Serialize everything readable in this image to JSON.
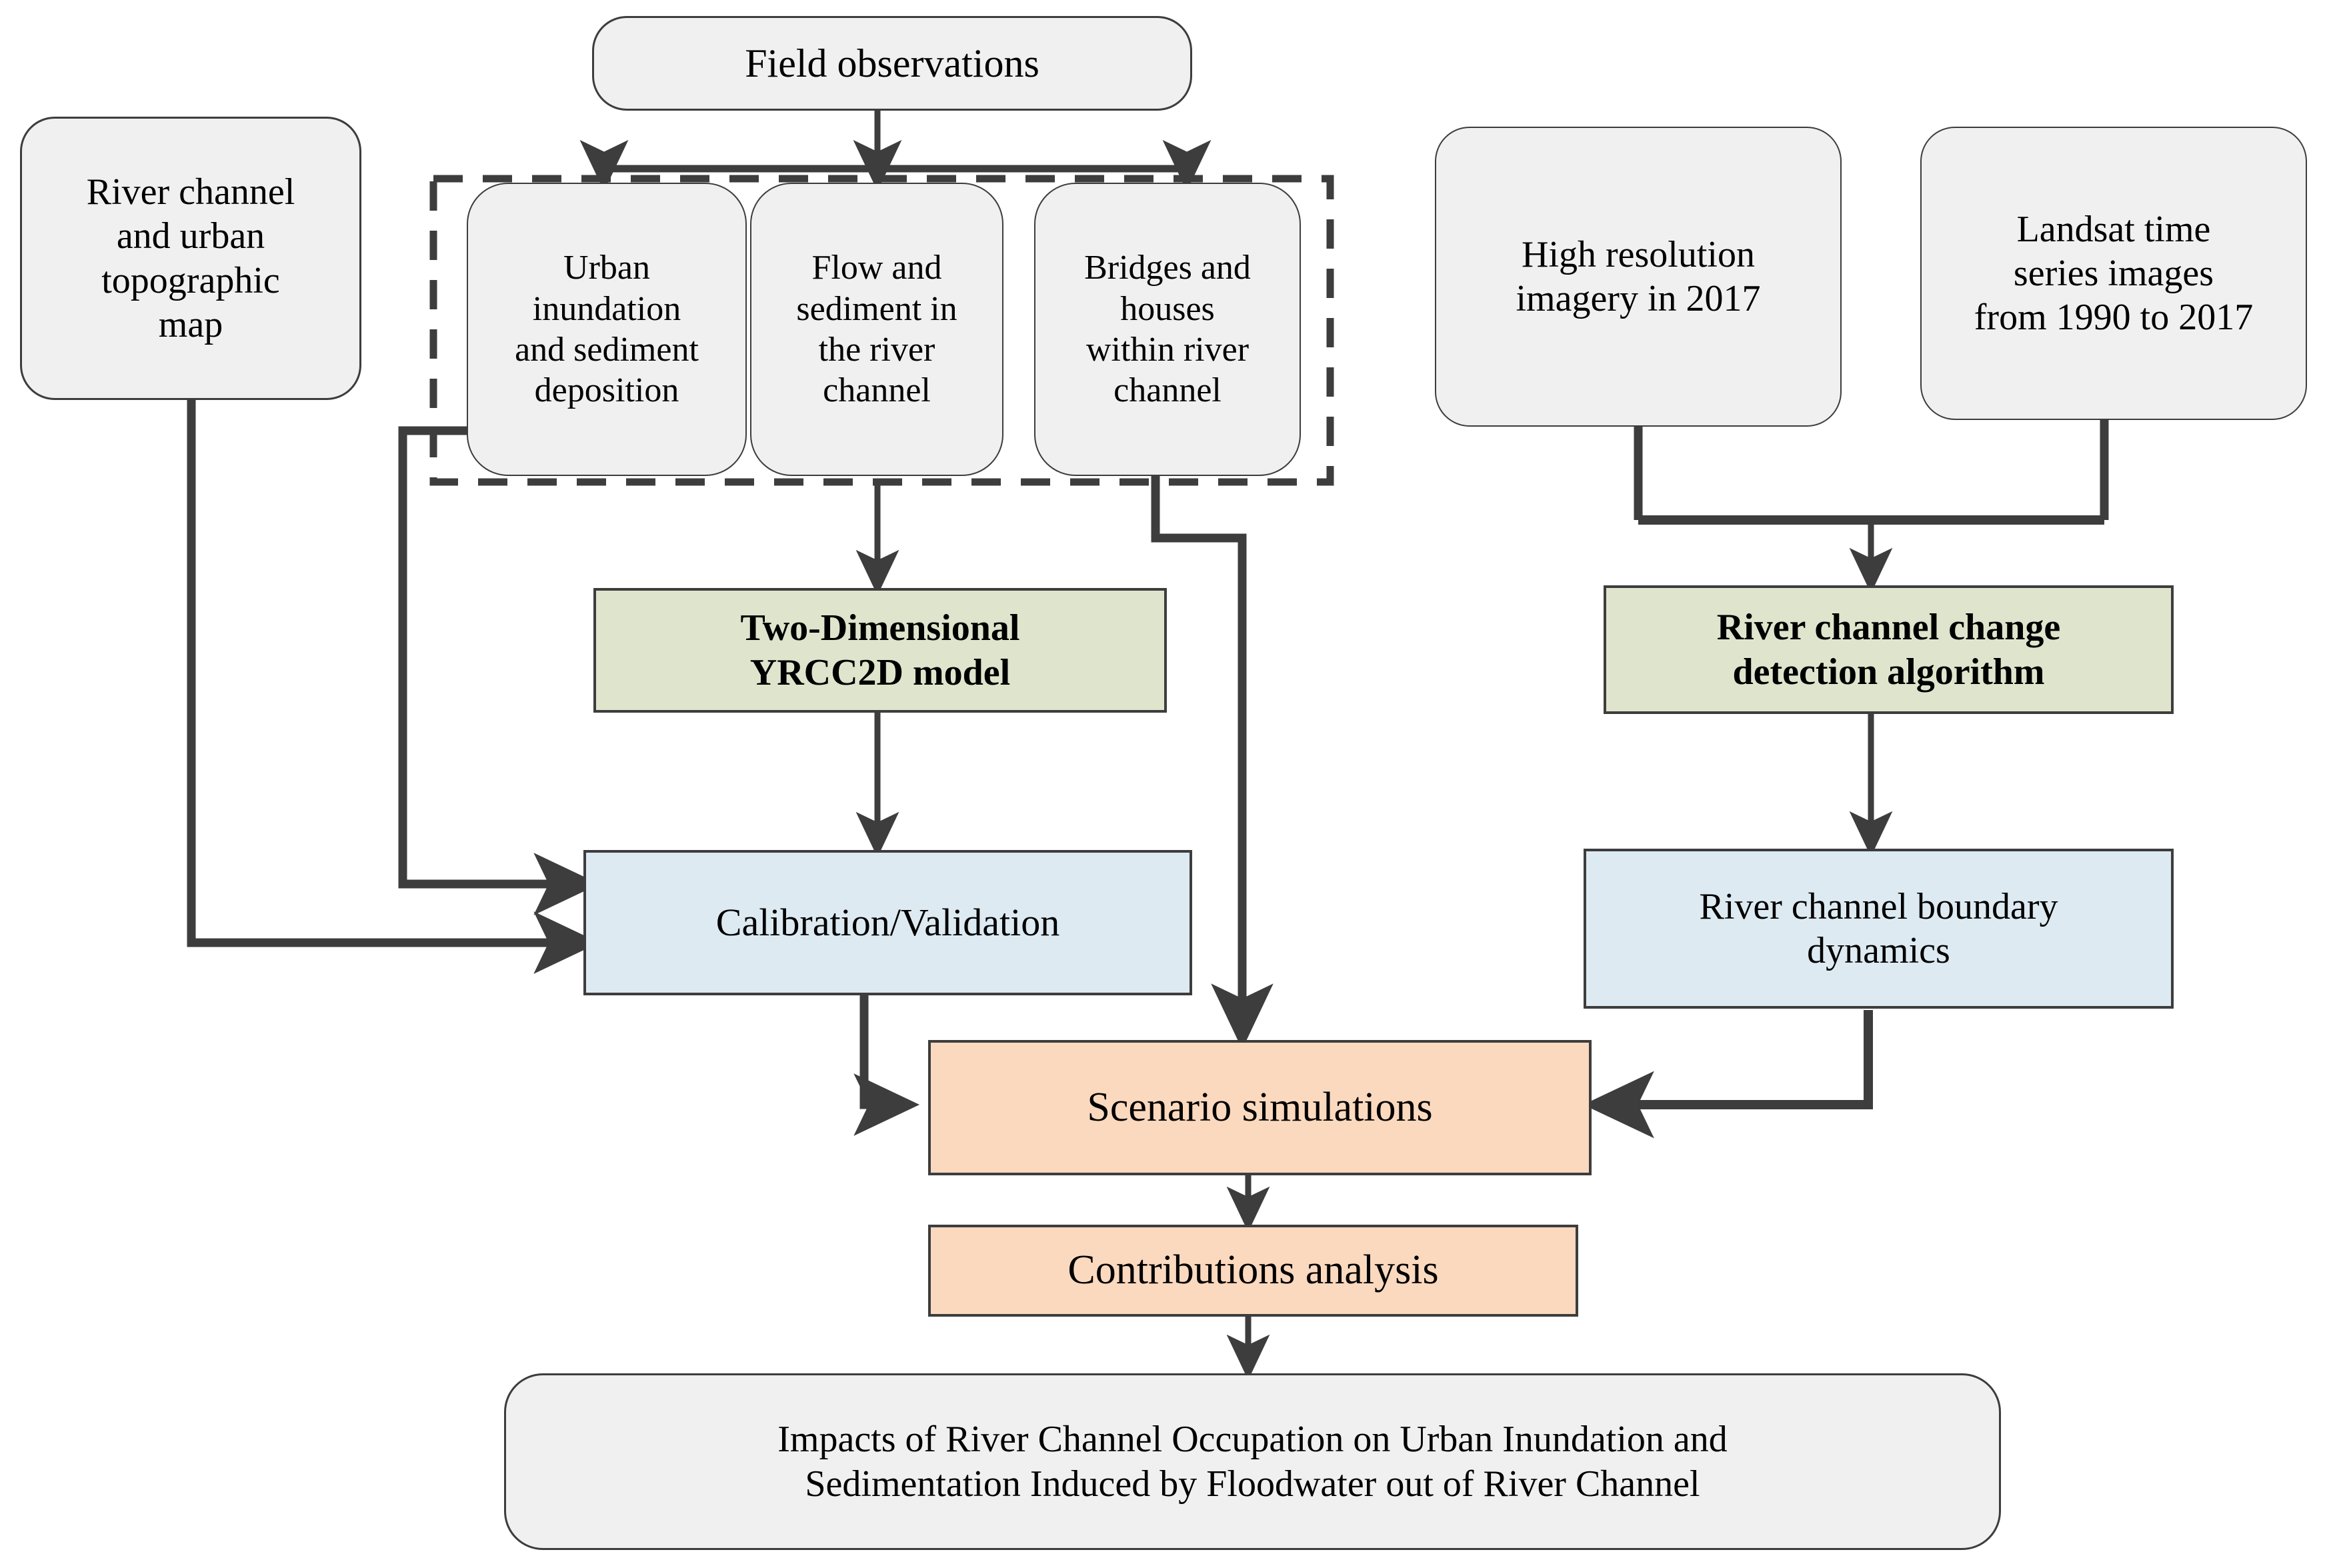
{
  "diagram": {
    "title_flow": "Research framework flowchart",
    "palette": {
      "grey_fill": "#f0f0f0",
      "green_fill": "#dfe5cd",
      "blue_fill": "#ddeaf2",
      "orange_fill": "#fbd9bf",
      "stroke": "#3d3d3d",
      "text": "#000000"
    },
    "nodes": {
      "field_observations": "Field observations",
      "topo_map": "River channel\nand urban\ntopographic\nmap",
      "urban_inundation": "Urban\ninundation\nand sediment\ndeposition",
      "flow_sediment": "Flow and\nsediment in\nthe river\nchannel",
      "bridges_houses": "Bridges and\nhouses\nwithin river\nchannel",
      "high_res_imagery": "High resolution\nimagery in 2017",
      "landsat_series": "Landsat time\nseries images\nfrom 1990 to 2017",
      "yrcc2d_model": "Two-Dimensional\nYRCC2D model",
      "change_detection": "River channel change\ndetection algorithm",
      "calibration_validation": "Calibration/Validation",
      "boundary_dynamics": "River channel boundary\ndynamics",
      "scenario_simulations": "Scenario simulations",
      "contributions_analysis": "Contributions analysis",
      "final_outcome": "Impacts of River Channel Occupation on Urban Inundation and\nSedimentation Induced by Floodwater out of River Channel"
    },
    "group_box": {
      "name": "field-observation-group",
      "style": "dashed"
    },
    "edges": [
      {
        "from": "field_observations",
        "to": "urban_inundation"
      },
      {
        "from": "field_observations",
        "to": "flow_sediment"
      },
      {
        "from": "field_observations",
        "to": "bridges_houses"
      },
      {
        "from": "flow_sediment",
        "to": "yrcc2d_model"
      },
      {
        "from": "yrcc2d_model",
        "to": "calibration_validation"
      },
      {
        "from": "urban_inundation",
        "to": "calibration_validation"
      },
      {
        "from": "topo_map",
        "to": "calibration_validation"
      },
      {
        "from": "bridges_houses",
        "to": "scenario_simulations"
      },
      {
        "from": "calibration_validation",
        "to": "scenario_simulations"
      },
      {
        "from": "high_res_imagery",
        "to": "change_detection"
      },
      {
        "from": "landsat_series",
        "to": "change_detection"
      },
      {
        "from": "change_detection",
        "to": "boundary_dynamics"
      },
      {
        "from": "boundary_dynamics",
        "to": "scenario_simulations"
      },
      {
        "from": "scenario_simulations",
        "to": "contributions_analysis"
      },
      {
        "from": "contributions_analysis",
        "to": "final_outcome"
      }
    ]
  }
}
